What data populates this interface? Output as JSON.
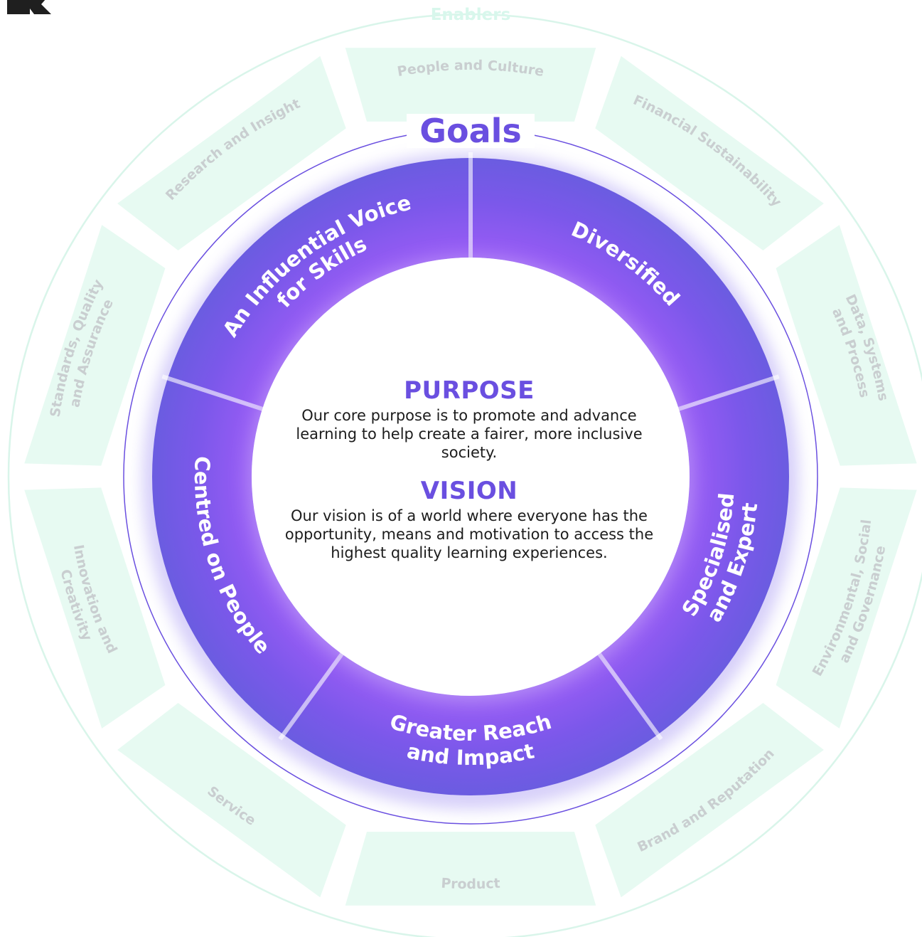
{
  "goals_title": "Goals",
  "enablers_title": "Enablers",
  "purpose": {
    "heading": "PURPOSE",
    "text": "Our core purpose is to promote and advance learning to help create a fairer, more inclusive society."
  },
  "vision": {
    "heading": "VISION",
    "text": "Our vision is of a world where everyone has the opportunity, means and motivation to access the highest quality learning experiences."
  },
  "goals": [
    {
      "lines": [
        "An Influential Voice",
        "for Skills"
      ]
    },
    {
      "lines": [
        "Diversified"
      ]
    },
    {
      "lines": [
        "Specialised",
        "and Expert"
      ]
    },
    {
      "lines": [
        "Greater Reach",
        "and Impact"
      ]
    },
    {
      "lines": [
        "Centred on People"
      ]
    }
  ],
  "enablers": [
    {
      "lines": [
        "People and Culture"
      ]
    },
    {
      "lines": [
        "Financial Sustainability"
      ]
    },
    {
      "lines": [
        "Data, Systems",
        "and Process"
      ]
    },
    {
      "lines": [
        "Environmental, Social",
        "and Governance"
      ]
    },
    {
      "lines": [
        "Brand and Reputation"
      ]
    },
    {
      "lines": [
        "Product"
      ]
    },
    {
      "lines": [
        "Service"
      ]
    },
    {
      "lines": [
        "Innovation and",
        "Creativity"
      ]
    },
    {
      "lines": [
        "Standards, Quality",
        "and Assurance"
      ]
    },
    {
      "lines": [
        "Research and Insight"
      ]
    }
  ],
  "colors": {
    "goal_band": "#7b52ee",
    "goal_band_light": "#9b5cf6",
    "goal_band_dark": "#6a5ce0",
    "goal_label": "#ffffff",
    "heading_accent": "#6a4fe0",
    "enabler_fill": "#e7faf2",
    "enabler_label": "#c9ced0",
    "enablers_title": "#d8f7ec",
    "outer_ring": "#d9f5ea",
    "inner_ring": "#6a4fe0",
    "logo": "#1f1f1f"
  }
}
